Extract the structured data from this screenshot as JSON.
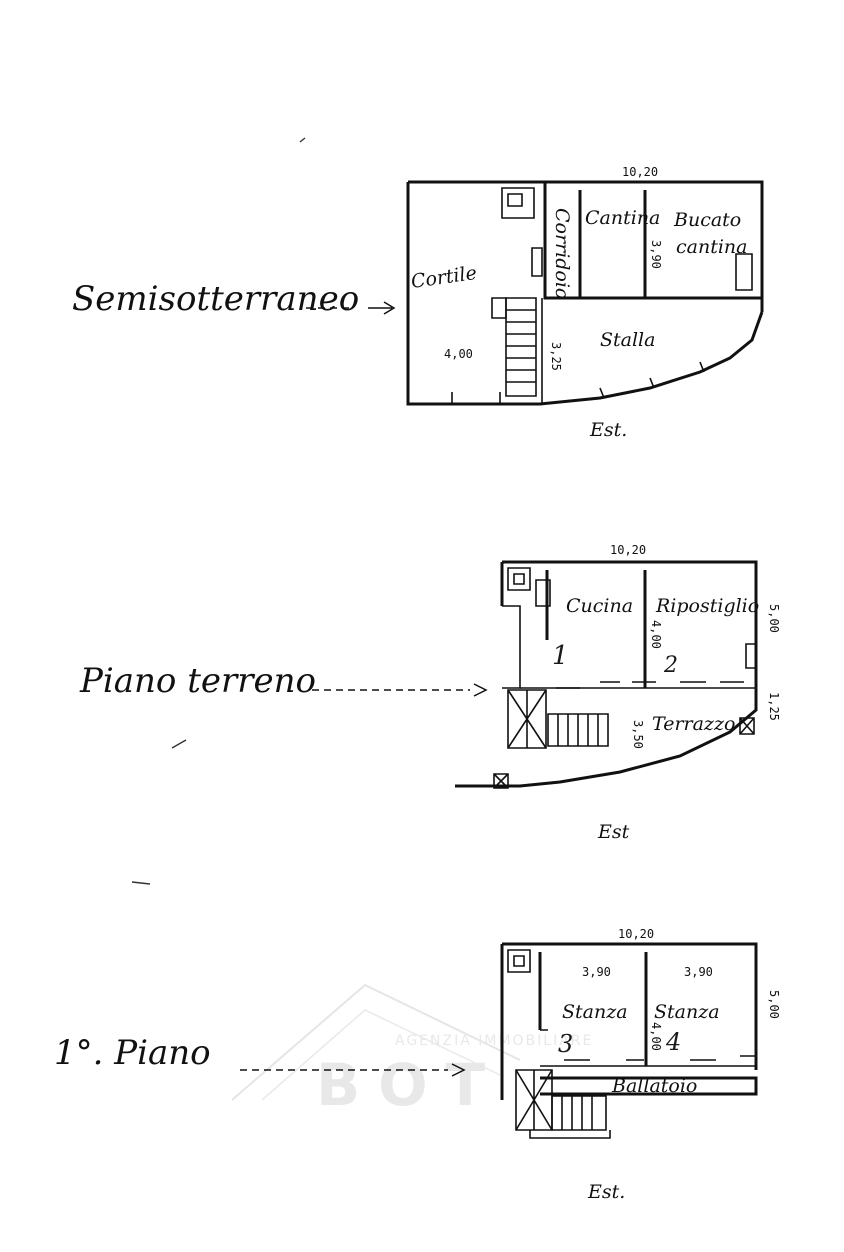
{
  "floors": [
    {
      "label": "Semisotterraneo",
      "rooms": [
        "Cortile",
        "Corridoio",
        "Cantina",
        "Bucato",
        "cantina",
        "Stalla"
      ],
      "dimensions": [
        "10,20",
        "3,90",
        "3,25",
        "4,00"
      ],
      "orientation": "Est."
    },
    {
      "label": "Piano terreno",
      "rooms": [
        "Cucina",
        "Ripostiglio",
        "Terrazzo"
      ],
      "numbers": [
        "1",
        "2"
      ],
      "dimensions": [
        "10,20",
        "5,00",
        "4,00",
        "3,50",
        "1,25"
      ],
      "orientation": "Est"
    },
    {
      "label": "1°. Piano",
      "rooms": [
        "Stanza",
        "Stanza",
        "Ballatoio"
      ],
      "numbers": [
        "3",
        "4"
      ],
      "dimensions": [
        "10,20",
        "3,90",
        "3,90",
        "5,00",
        "4,00"
      ],
      "orientation": "Est."
    }
  ],
  "watermark": {
    "text": "AGENZIA IMMOBILIARE",
    "logo": "BOT"
  }
}
